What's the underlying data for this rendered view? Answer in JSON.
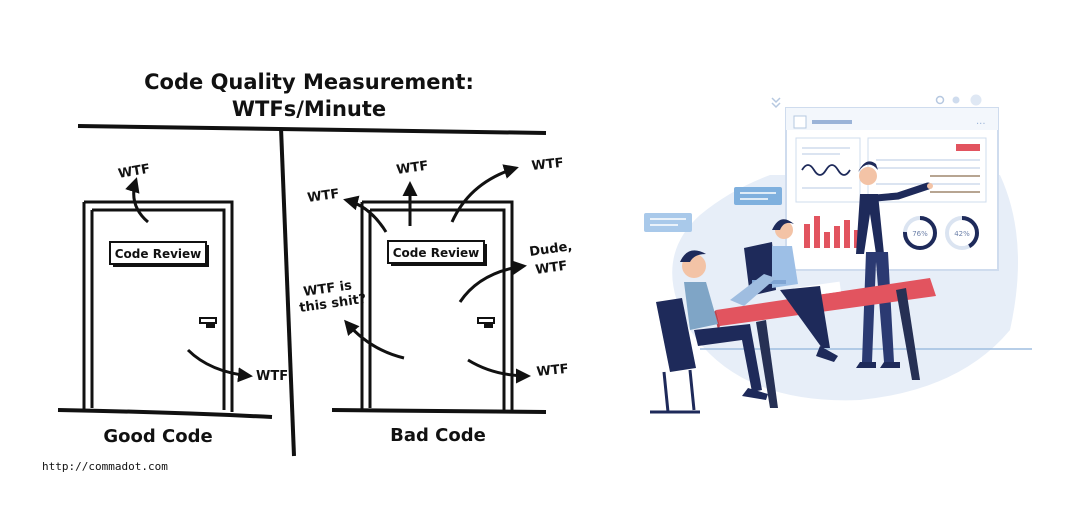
{
  "cartoon": {
    "title_line1": "Code Quality Measurement:",
    "title_line2": "WTFs/Minute",
    "sign_text": "Code Review",
    "left_caption": "Good Code",
    "right_caption": "Bad Code",
    "credit": "http://commadot.com",
    "left_wtf": [
      "WTF",
      "WTF"
    ],
    "right_wtf": [
      "WTF",
      "WTF",
      "WTF",
      "WTF"
    ],
    "right_comment_1": [
      "WTF is",
      "this shit?"
    ],
    "right_comment_2": [
      "Dude,",
      "WTF"
    ]
  },
  "illustration": {
    "donut_1": "76%",
    "donut_2": "42%",
    "donut_1_value": 0.76,
    "donut_2_value": 0.42,
    "colors": {
      "navy": "#1e2a5a",
      "red": "#e2545f",
      "light_blue": "#e7eef8",
      "accent_blue": "#7fb0de"
    }
  }
}
